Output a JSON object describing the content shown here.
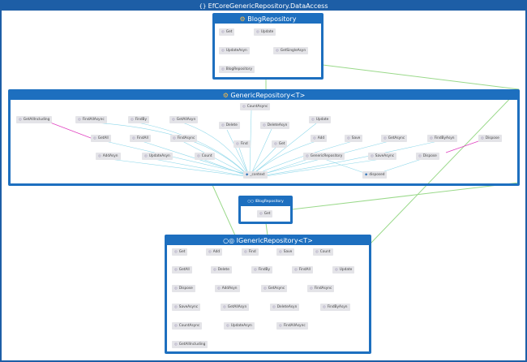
{
  "namespace": {
    "title": "EfCoreGenericRepository.DataAccess"
  },
  "blog_repository": {
    "title": "BlogRepository",
    "members": [
      "Get",
      "Update",
      "UpdateAsyn",
      "GetSingleAsyn",
      "BlogRepository"
    ]
  },
  "generic_repository": {
    "title": "GenericRepository<T>",
    "members": [
      "GetAllIncluding",
      "FindAllAsync",
      "FindBy",
      "GetAllAsyn",
      "CountAsync",
      "Delete",
      "DeleteAsyn",
      "Update",
      "GetAll",
      "FindAll",
      "FindAsync",
      "Find",
      "Get",
      "Add",
      "Save",
      "GetAsync",
      "FindByAsyn",
      "Dispose",
      "AddAsyn",
      "UpdateAsyn",
      "Count",
      "GenericRepository",
      "SaveAsync",
      "Dispose"
    ],
    "fields": [
      "_context",
      "disposed"
    ]
  },
  "iblog_repository": {
    "title": "IBlogRepository",
    "members": [
      "Get"
    ]
  },
  "igeneric_repository": {
    "title": "IGenericRepository<T>",
    "members": [
      "Get",
      "Add",
      "Find",
      "Save",
      "Count",
      "GetAll",
      "Delete",
      "FindBy",
      "FindAll",
      "Update",
      "Dispose",
      "AddAsyn",
      "GetAsync",
      "FindAsync",
      "SaveAsync",
      "GetAllAsyn",
      "DeleteAsyn",
      "FindByAsyn",
      "CountAsync",
      "UpdateAsyn",
      "FindAllAsync",
      "GetAllIncluding"
    ]
  },
  "colors": {
    "group_header": "#1d6fbf",
    "namespace_header": "#1d5ea6",
    "edge": "#7fd3e6",
    "call_edge": "#e040c0",
    "inherit_edge": "#9ad98a"
  }
}
